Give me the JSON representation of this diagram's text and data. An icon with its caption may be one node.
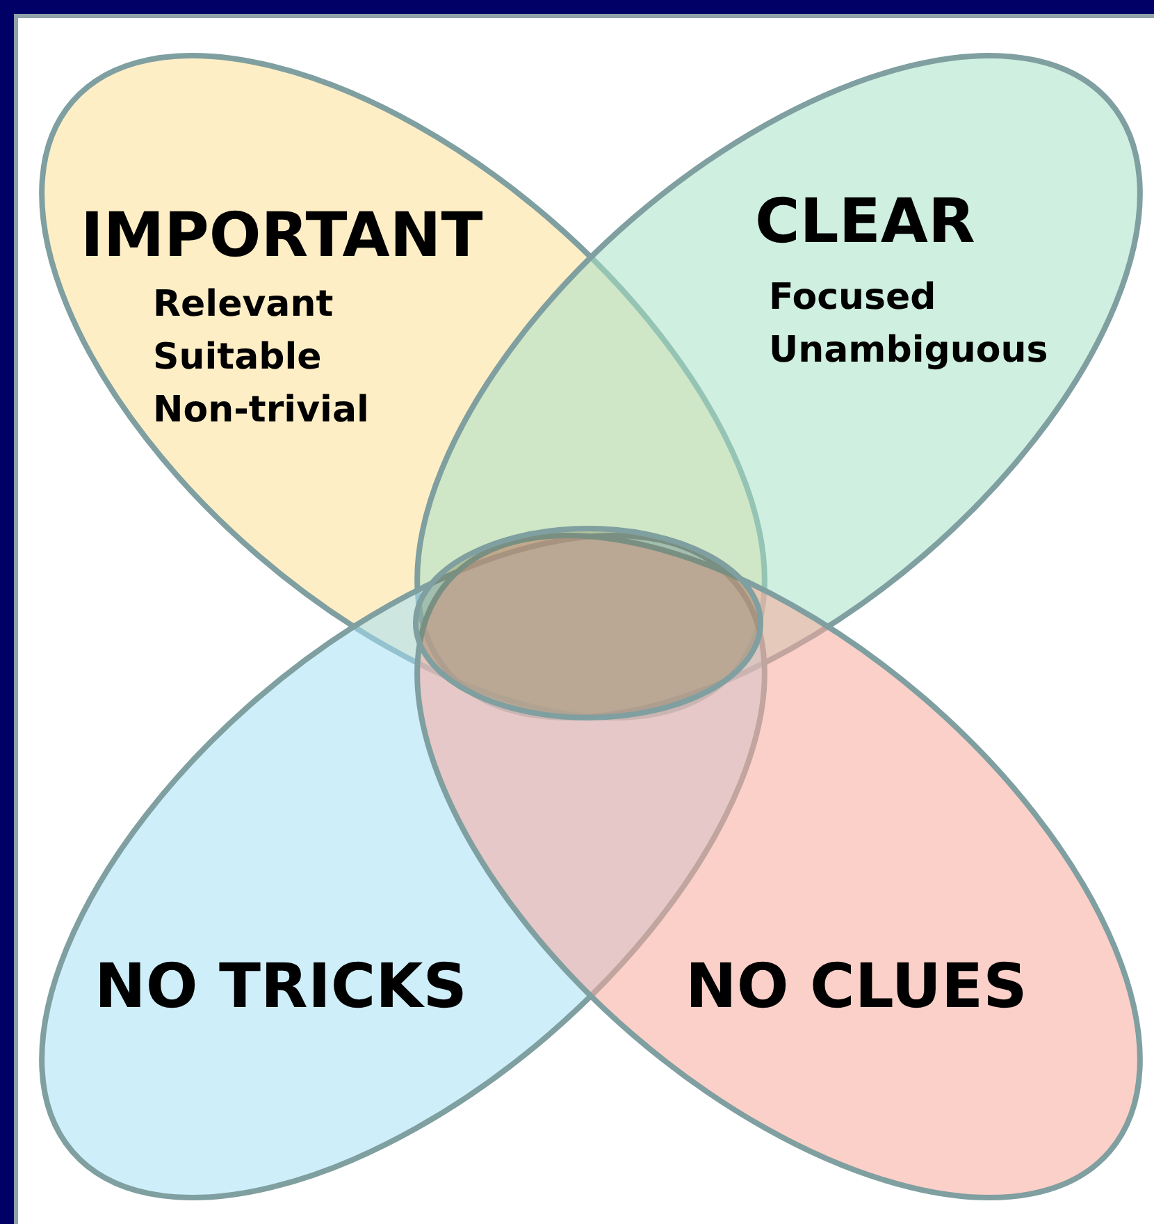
{
  "diagram": {
    "nodes": [
      {
        "text": [
          "IMPORTANT",
          "Relevant",
          "Suitable",
          "Non-trivial"
        ]
      },
      {
        "text": [
          "CLEAR",
          "Focused",
          "Unambiguous"
        ]
      },
      {
        "text": [
          "NO TRICKS"
        ]
      },
      {
        "text": [
          "NO CLUES"
        ]
      },
      {
        "text": [],
        "shape": "ellipse"
      }
    ]
  }
}
